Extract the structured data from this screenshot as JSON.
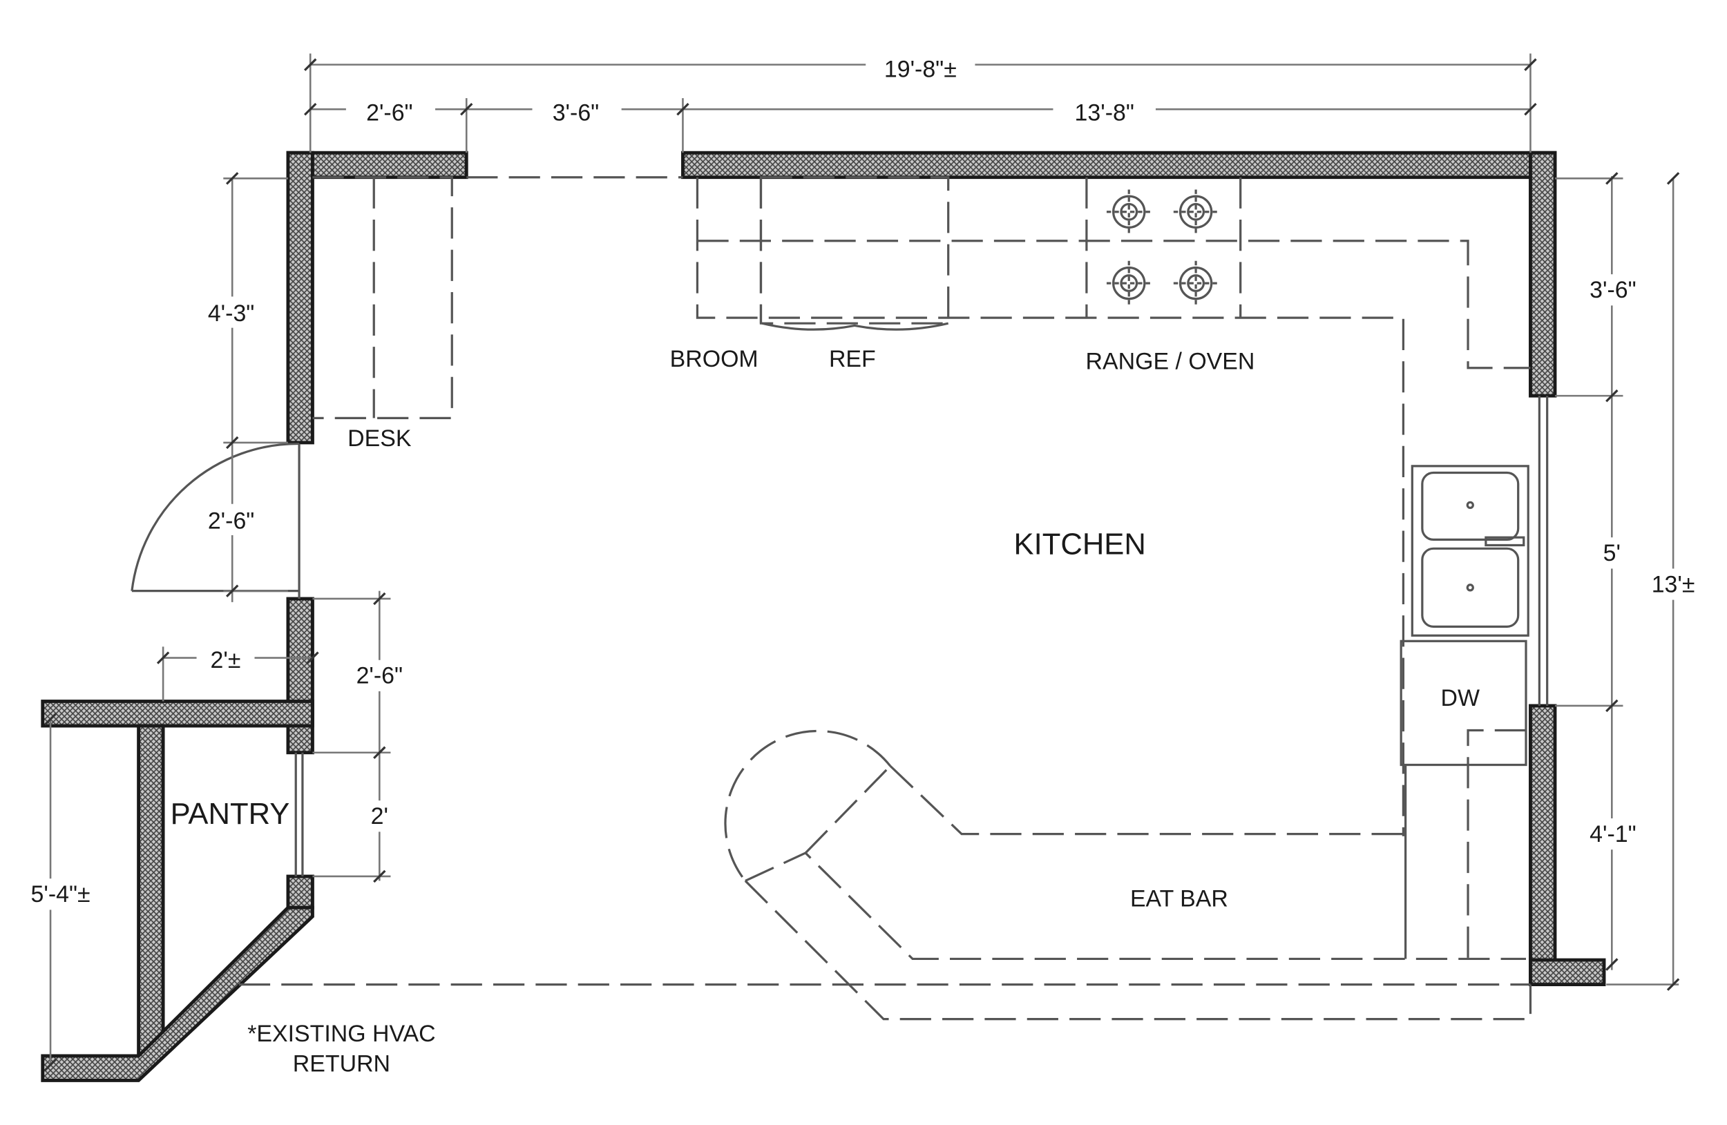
{
  "dimensions": {
    "overall_width": "19'-8\"±",
    "top_left_segment": "2'-6\"",
    "top_middle_segment": "3'-6\"",
    "top_right_segment": "13'-8\"",
    "left_upper_wall": "4'-3\"",
    "left_door_opening": "2'-6\"",
    "pantry_depth": "2'±",
    "left_wall_segment": "2'-6\"",
    "pantry_door_opening": "2'",
    "pantry_height": "5'-4\"±",
    "right_upper_wall": "3'-6\"",
    "right_window": "5'",
    "right_lower_wall": "4'-1\"",
    "overall_height": "13'±"
  },
  "rooms": {
    "kitchen": "KITCHEN",
    "pantry": "PANTRY"
  },
  "fixtures": {
    "desk": "DESK",
    "broom": "BROOM",
    "ref": "REF",
    "range_oven": "RANGE / OVEN",
    "dw": "DW",
    "eat_bar": "EAT BAR"
  },
  "notes": {
    "hvac_line1": "*EXISTING HVAC",
    "hvac_line2": "RETURN"
  }
}
